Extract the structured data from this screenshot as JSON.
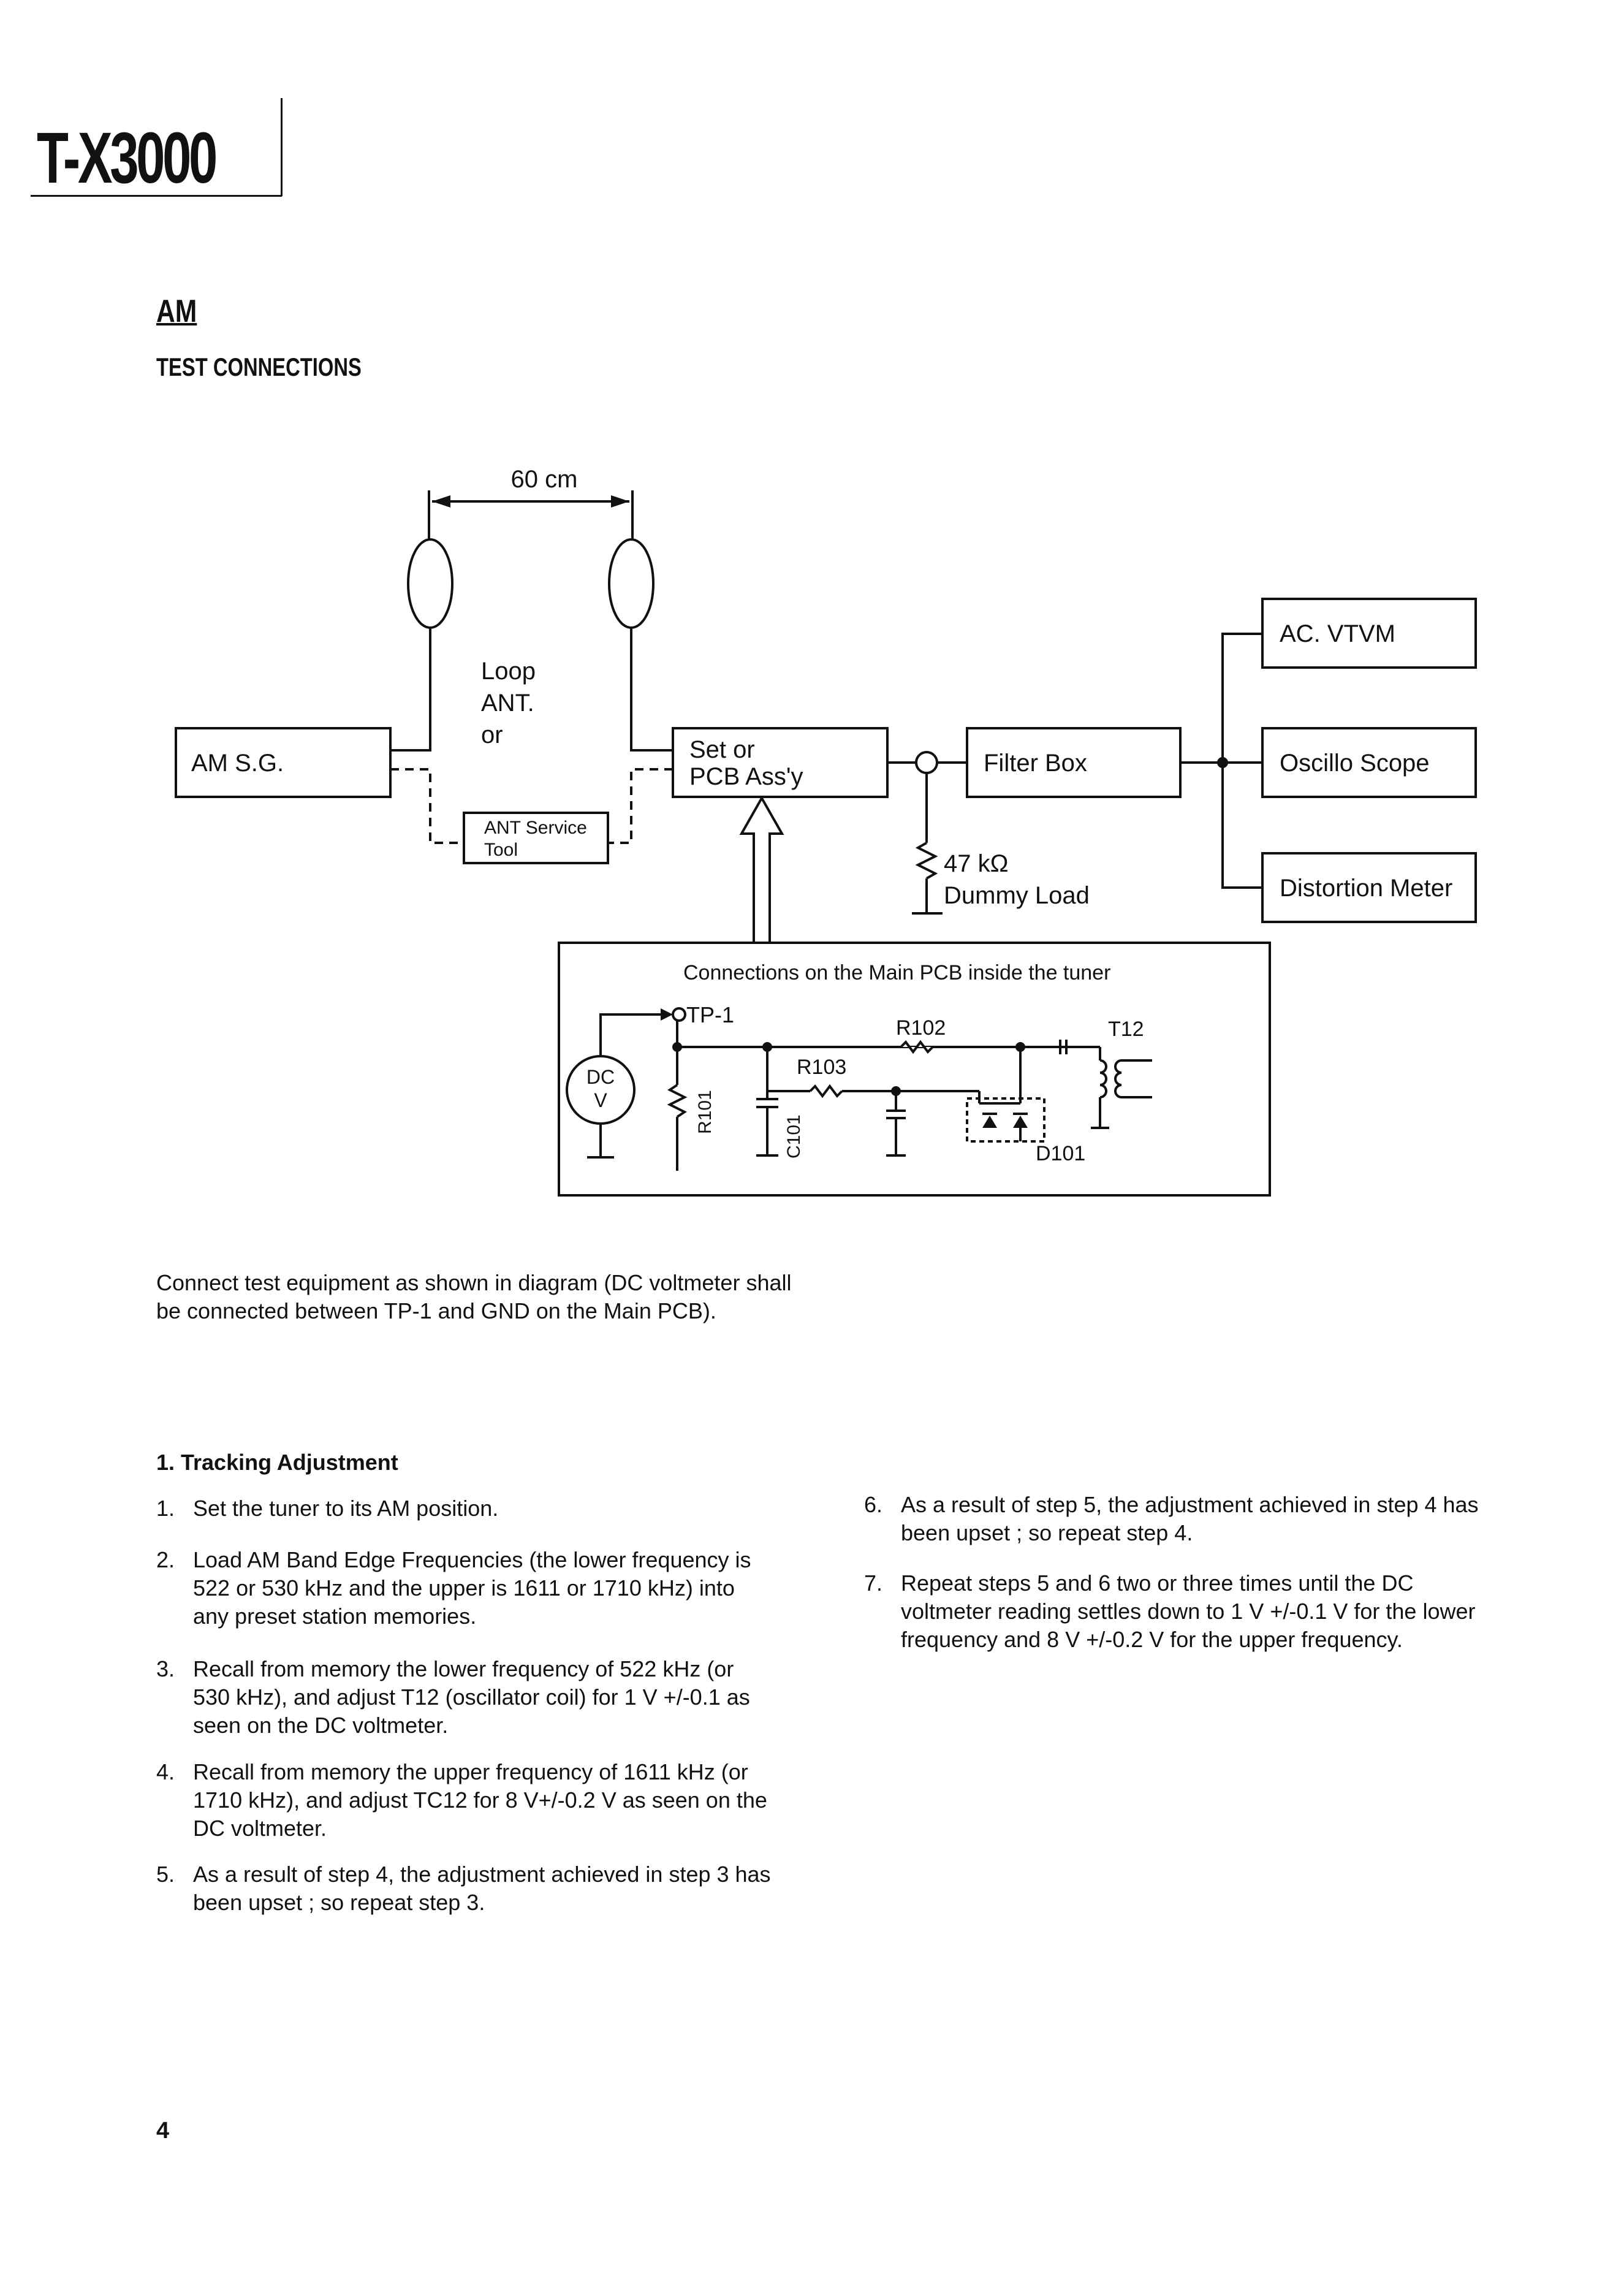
{
  "header": {
    "model": "T-X3000"
  },
  "section": {
    "title": "AM",
    "subtitle": "TEST CONNECTIONS"
  },
  "diagram": {
    "distance": "60 cm",
    "loop_ant": [
      "Loop",
      "ANT.",
      "or"
    ],
    "ant_service_tool": [
      "ANT Service",
      "Tool"
    ],
    "am_sg": "AM S.G.",
    "set_pcb": [
      "Set or",
      "PCB Ass'y"
    ],
    "filter_box": "Filter Box",
    "ac_vtvm": "AC. VTVM",
    "oscillo_scope": "Oscillo Scope",
    "distortion_meter": "Distortion Meter",
    "dummy_load_value": "47 kΩ",
    "dummy_load_label": "Dummy Load",
    "pcb_caption": "Connections on the Main PCB inside the tuner",
    "tp1": "TP-1",
    "dc": "DC",
    "v": "V",
    "r101": "R101",
    "c101": "C101",
    "r102": "R102",
    "r103": "R103",
    "t12": "T12",
    "d101": "D101"
  },
  "intro": "Connect test equipment as shown in diagram (DC voltmeter shall be connected between TP-1 and GND on the Main PCB).",
  "procedure": {
    "heading": "1.  Tracking Adjustment",
    "steps": [
      {
        "num": "1.",
        "text": "Set the tuner to its AM position."
      },
      {
        "num": "2.",
        "text": "Load AM Band Edge Frequencies (the lower frequency is 522 or 530 kHz and the upper is 1611 or 1710 kHz) into any preset station memories."
      },
      {
        "num": "3.",
        "text": "Recall from memory the lower frequency of 522 kHz (or 530 kHz), and adjust T12 (oscillator coil) for 1 V +/-0.1 as seen on the DC voltmeter."
      },
      {
        "num": "4.",
        "text": "Recall from memory the upper frequency of 1611 kHz (or 1710 kHz), and adjust TC12 for 8 V+/-0.2 V as seen on the DC voltmeter."
      },
      {
        "num": "5.",
        "text": "As a result of step 4, the adjustment achieved in step 3 has been upset ; so repeat step 3."
      },
      {
        "num": "6.",
        "text": "As a result of step 5, the adjustment achieved in step 4 has been upset ; so repeat step 4."
      },
      {
        "num": "7.",
        "text": "Repeat steps 5 and 6 two or three times until the DC voltmeter reading settles down to 1 V +/-0.1 V for the lower frequency and 8 V +/-0.2 V for the upper frequency."
      }
    ]
  },
  "page_number": "4"
}
